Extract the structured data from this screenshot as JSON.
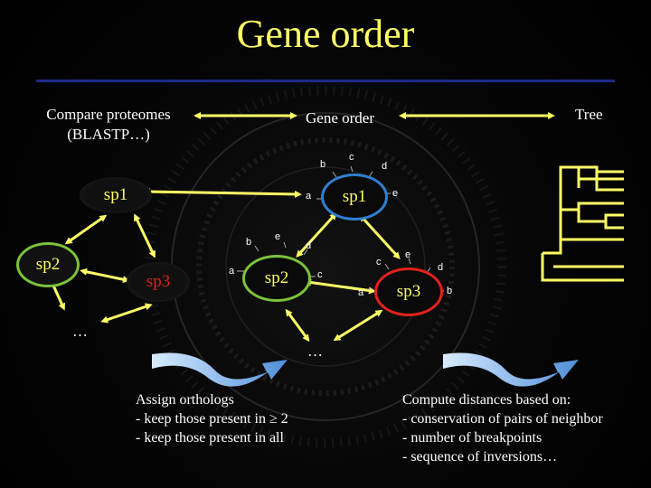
{
  "title": "Gene order",
  "steps": {
    "compare_line1": "Compare proteomes",
    "compare_line2": "(BLASTP…)",
    "gene_order": "Gene order",
    "tree": "Tree"
  },
  "species": {
    "sp1": "sp1",
    "sp2": "sp2",
    "sp3": "sp3",
    "more": "…"
  },
  "genes": {
    "a": "a",
    "b": "b",
    "c": "c",
    "d": "d",
    "e": "e"
  },
  "assign": {
    "title": "Assign orthologs",
    "line1": "- keep those present in ≥ 2",
    "line2": "- keep those present in all"
  },
  "compute": {
    "title": "Compute distances based on:",
    "line1": "- conservation of pairs of neighbor",
    "line2": "- number of breakpoints",
    "line3": "- sequence of inversions…"
  },
  "colors": {
    "title": "#ffff66",
    "sp1_ring": "#2f7fd0",
    "sp2_ring": "#7cc23a",
    "sp3_ring": "#e2221b",
    "arrows": "#ffff66"
  }
}
